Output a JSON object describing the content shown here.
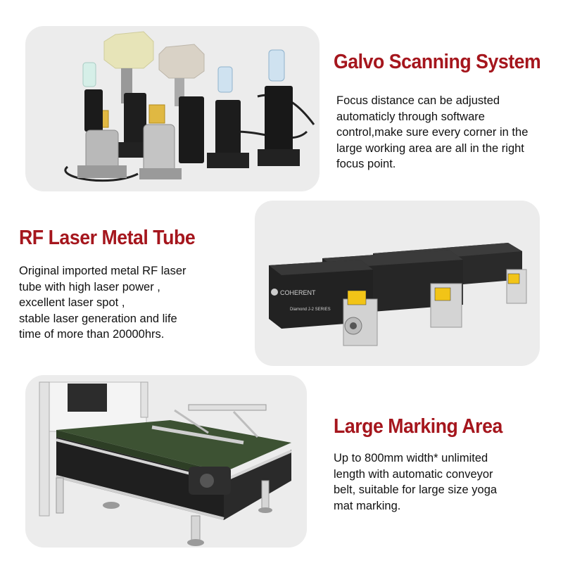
{
  "sections": [
    {
      "title": "Galvo Scanning System",
      "description": "Focus distance can be adjusted\nautomaticly through software\ncontrol,make sure every corner in the\nlarge working area are all in the right\nfocus point.",
      "image_icon": "galvo-scanner-image"
    },
    {
      "title": "RF Laser Metal Tube",
      "description": "Original imported metal RF laser\n tube with high laser power ,\nexcellent laser spot ,\nstable laser generation and life\ntime of more than 20000hrs.",
      "image_icon": "laser-tube-image",
      "tube_brand": "COHERENT",
      "tube_series": "Diamond J-2 SERIES"
    },
    {
      "title": "Large Marking Area",
      "description": "Up to 800mm width* unlimited\nlength with automatic conveyor\nbelt, suitable for large size yoga\nmat marking.",
      "image_icon": "conveyor-table-image"
    }
  ],
  "colors": {
    "heading": "#a5161d",
    "body_text": "#111111",
    "panel_bg": "#ececec",
    "belt": "#3d5233",
    "warning_label": "#f2c417"
  }
}
